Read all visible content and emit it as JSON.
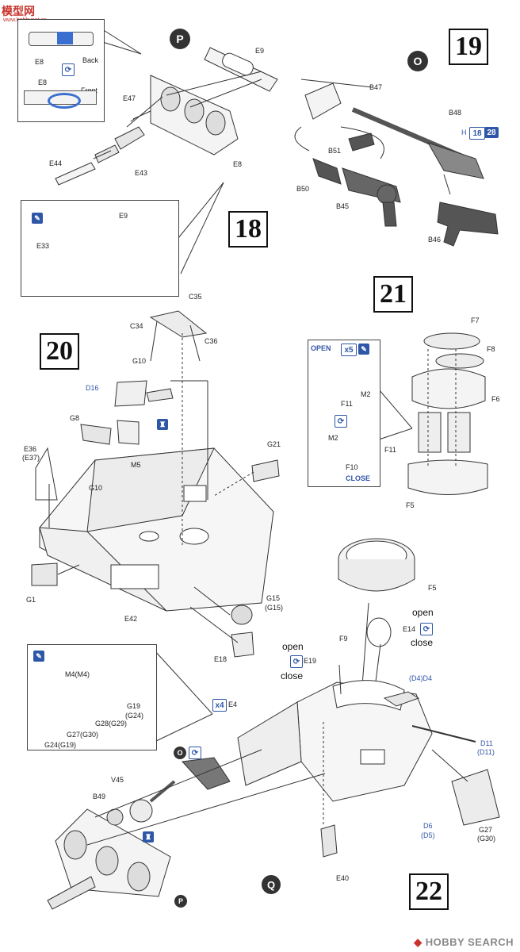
{
  "watermark": {
    "top_logo": "模型网",
    "top_logo_sub": "www.hobbynet.cn",
    "bottom": "HOBBY SEARCH",
    "bottom_icon": "hobby-search-logo-icon"
  },
  "steps": {
    "s18": "18",
    "s19": "19",
    "s20": "20",
    "s21": "21",
    "s22": "22"
  },
  "markers": {
    "P": "P",
    "O": "O",
    "Q": "Q"
  },
  "colors": {
    "accent_blue": "#2f57a8",
    "label_blue": "#3355aa",
    "ink": "#222222"
  },
  "inset_e8": {
    "label_e8_top": "E8",
    "label_back": "Back",
    "label_e8_bottom": "E8",
    "label_front": "Front"
  },
  "step18": {
    "E9": "E9",
    "E47": "E47",
    "E44": "E44",
    "E43": "E43",
    "E8": "E8",
    "inset_E9": "E9",
    "inset_E33": "E33"
  },
  "step19": {
    "B47": "B47",
    "B48": "B48",
    "B51": "B51",
    "B50": "B50",
    "B45": "B45",
    "B46": "B46",
    "ref_h": "H",
    "ref_18": "18",
    "ref_28": "28"
  },
  "step20": {
    "C35": "C35",
    "C34": "C34",
    "C36": "C36",
    "G10a": "G10",
    "D16": "D16",
    "G8": "G8",
    "M5": "M5",
    "E36": "E36",
    "E37": "(E37)",
    "G10b": "G10",
    "G21": "G21",
    "G1": "G1",
    "E42": "E42",
    "G15": "G15",
    "G15b": "(G15)",
    "E18": "E18"
  },
  "step21": {
    "open": "OPEN",
    "close": "CLOSE",
    "x5": "x5",
    "F11a": "F11",
    "M2a": "M2",
    "M2b": "M2",
    "F10": "F10",
    "F7": "F7",
    "F8": "F8",
    "F6": "F6",
    "F11b": "F11",
    "F5": "F5"
  },
  "step22": {
    "F5": "F5",
    "open1": "open",
    "close1": "close",
    "E14": "E14",
    "F9": "F9",
    "open2": "open",
    "close2": "close",
    "E19": "E19",
    "D4": "(D4)D4",
    "x4": "x4",
    "E4": "E4",
    "D11": "D11",
    "D11b": "(D11)",
    "G27": "G27",
    "G30": "(G30)",
    "D6": "D6",
    "D5": "(D5)",
    "E40": "E40",
    "V45": "V45",
    "B49": "B49"
  },
  "inset_g": {
    "M4": "M4(M4)",
    "G19": "G19",
    "G24b": "(G24)",
    "G28": "G28(G29)",
    "G27": "G27(G30)",
    "G24": "G24(G19)"
  }
}
